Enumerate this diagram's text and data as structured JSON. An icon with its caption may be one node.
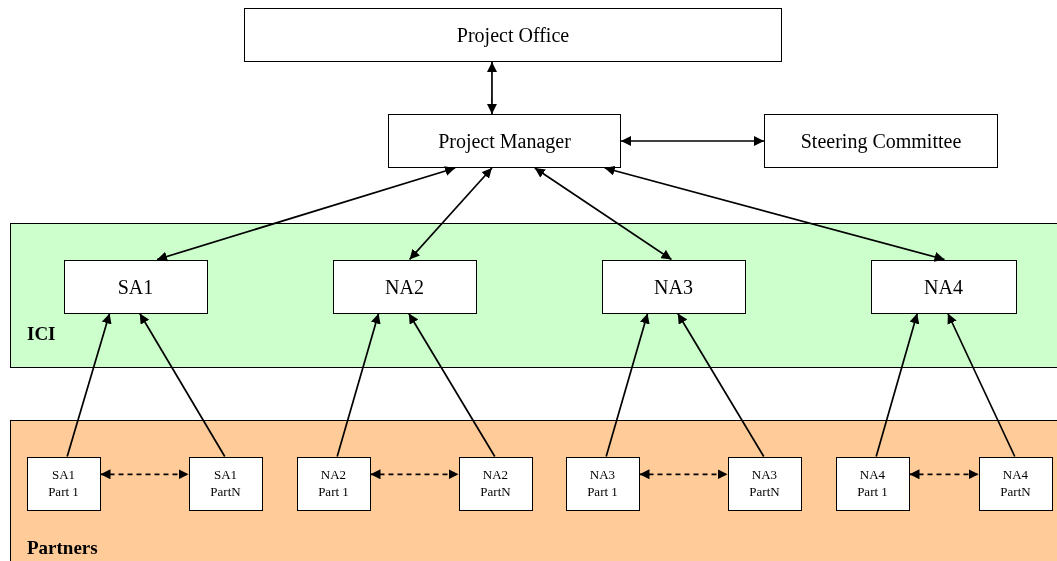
{
  "diagram": {
    "nodes": [
      {
        "text": [
          "Project Office"
        ]
      },
      {
        "text": [
          "Project Manager"
        ]
      },
      {
        "text": [
          "Steering Committee"
        ]
      },
      {
        "text": [
          "ICI"
        ]
      },
      {
        "text": [
          "SA1"
        ],
        "in": 3
      },
      {
        "text": [
          "NA2"
        ],
        "in": 3
      },
      {
        "text": [
          "NA3"
        ],
        "in": 3
      },
      {
        "text": [
          "NA4"
        ],
        "in": 3
      },
      {
        "text": [
          "Partners"
        ]
      },
      {
        "text": [
          "SA1 Part 1"
        ],
        "in": 8
      },
      {
        "text": [
          "SA1 PartN"
        ],
        "in": 8
      },
      {
        "text": [
          "NA2 Part 1"
        ],
        "in": 8
      },
      {
        "text": [
          "NA2 PartN"
        ],
        "in": 8
      },
      {
        "text": [
          "NA3 Part 1"
        ],
        "in": 8
      },
      {
        "text": [
          "NA3 PartN"
        ],
        "in": 8
      },
      {
        "text": [
          "NA4 Part 1"
        ],
        "in": 8
      },
      {
        "text": [
          "NA4 PartN"
        ],
        "in": 8
      }
    ],
    "edges": [
      {
        "from": 0,
        "to": 1,
        "arrow": "both"
      },
      {
        "from": 1,
        "to": 2,
        "arrow": "both"
      },
      {
        "from": 1,
        "to": 4,
        "arrow": "both"
      },
      {
        "from": 1,
        "to": 5,
        "arrow": "both"
      },
      {
        "from": 1,
        "to": 6,
        "arrow": "both"
      },
      {
        "from": 1,
        "to": 7,
        "arrow": "both"
      },
      {
        "from": 9,
        "to": 4,
        "arrow": "to"
      },
      {
        "from": 10,
        "to": 4,
        "arrow": "to"
      },
      {
        "from": 9,
        "to": 10,
        "arrow": "both",
        "style": "dashed"
      },
      {
        "from": 11,
        "to": 5,
        "arrow": "to"
      },
      {
        "from": 12,
        "to": 5,
        "arrow": "to"
      },
      {
        "from": 11,
        "to": 12,
        "arrow": "both",
        "style": "dashed"
      },
      {
        "from": 13,
        "to": 6,
        "arrow": "to"
      },
      {
        "from": 14,
        "to": 6,
        "arrow": "to"
      },
      {
        "from": 13,
        "to": 14,
        "arrow": "both",
        "style": "dashed"
      },
      {
        "from": 15,
        "to": 7,
        "arrow": "to"
      },
      {
        "from": 16,
        "to": 7,
        "arrow": "to"
      },
      {
        "from": 15,
        "to": 16,
        "arrow": "both",
        "style": "dashed"
      }
    ]
  }
}
